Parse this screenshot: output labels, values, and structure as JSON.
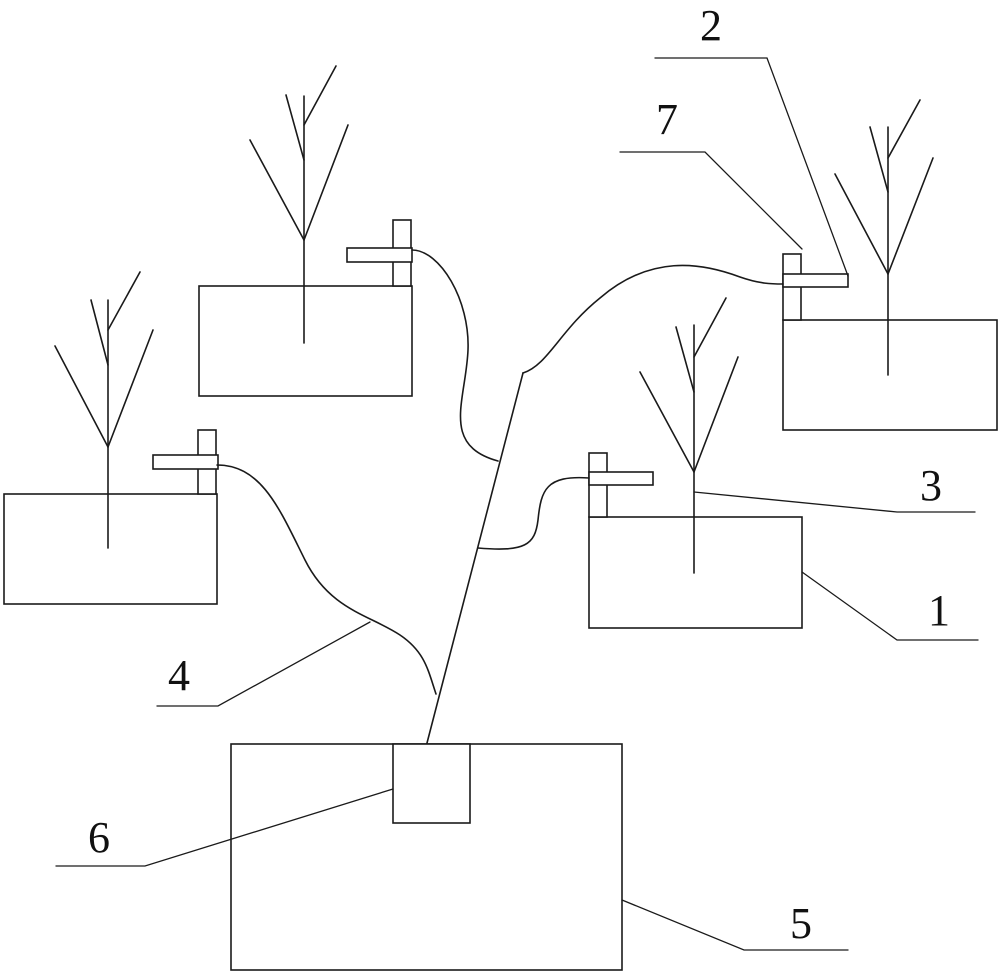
{
  "colors": {
    "line": "#1a1a1a",
    "background": "#ffffff"
  },
  "labels": {
    "l1": "1",
    "l2": "2",
    "l3": "3",
    "l4": "4",
    "l5": "5",
    "l6": "6",
    "l7": "7"
  }
}
